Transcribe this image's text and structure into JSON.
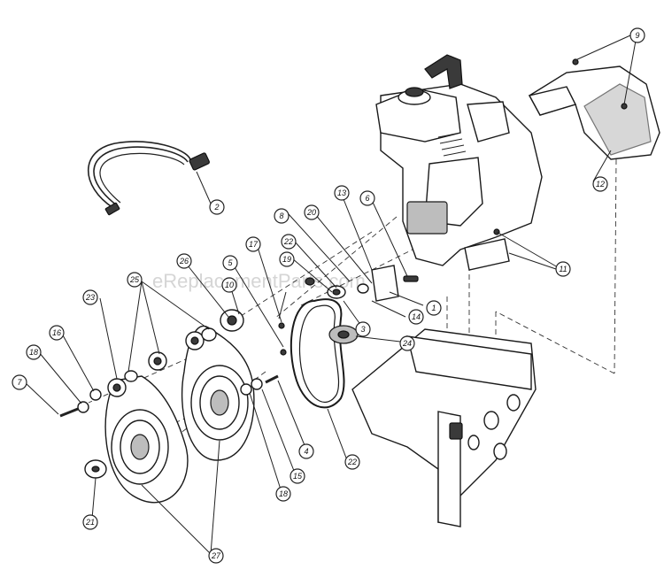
{
  "watermark": "eReplacementParts.com",
  "callouts": [
    {
      "label": "9"
    },
    {
      "label": "2"
    },
    {
      "label": "12"
    },
    {
      "label": "13"
    },
    {
      "label": "6"
    },
    {
      "label": "8"
    },
    {
      "label": "20"
    },
    {
      "label": "22"
    },
    {
      "label": "19"
    },
    {
      "label": "17"
    },
    {
      "label": "11"
    },
    {
      "label": "26"
    },
    {
      "label": "5"
    },
    {
      "label": "10"
    },
    {
      "label": "25"
    },
    {
      "label": "23"
    },
    {
      "label": "1"
    },
    {
      "label": "14"
    },
    {
      "label": "3"
    },
    {
      "label": "24"
    },
    {
      "label": "16"
    },
    {
      "label": "18"
    },
    {
      "label": "7"
    },
    {
      "label": "4"
    },
    {
      "label": "15"
    },
    {
      "label": "18"
    },
    {
      "label": "21"
    },
    {
      "label": "27"
    },
    {
      "label": "22"
    }
  ]
}
